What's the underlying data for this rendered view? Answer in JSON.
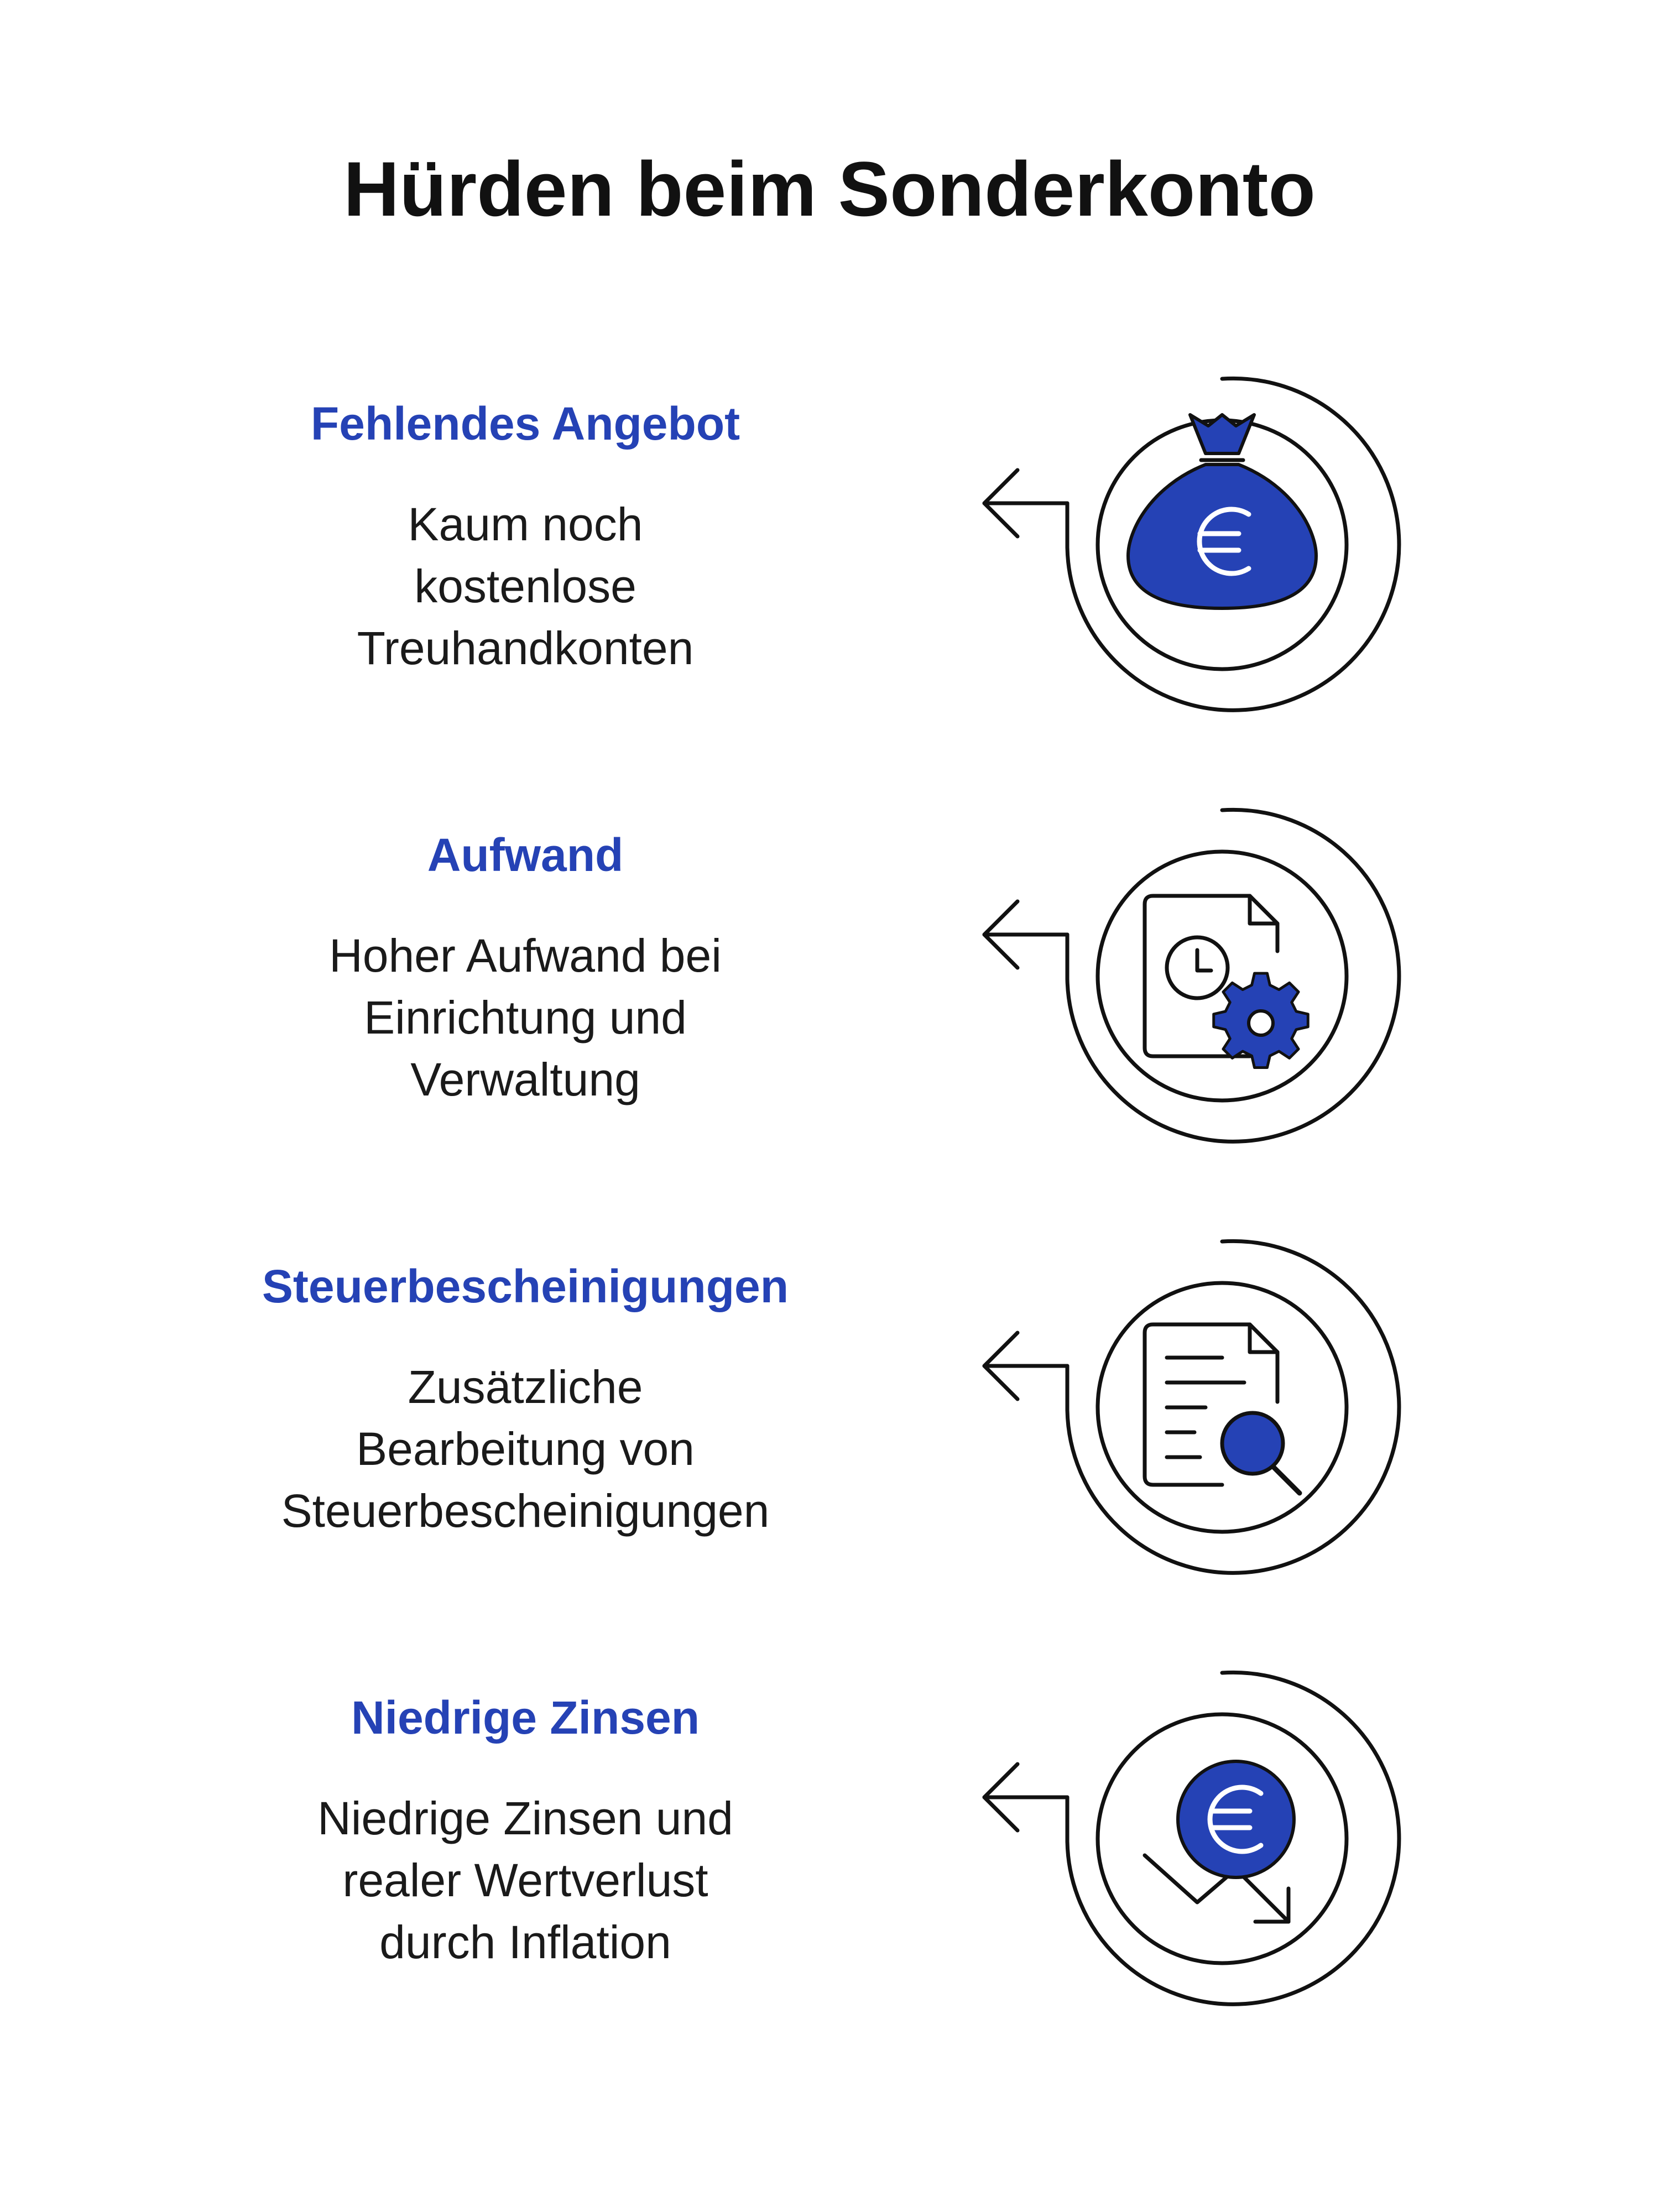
{
  "title": "Hürden beim Sonderkonto",
  "colors": {
    "accent": "#2542b5",
    "text": "#1a1a1a",
    "line": "#111111"
  },
  "items": [
    {
      "heading": "Fehlendes Angebot",
      "desc_lines": [
        "Kaum noch",
        "kostenlose",
        "Treuhandkonten"
      ],
      "icon": "money-bag-euro-icon"
    },
    {
      "heading": "Aufwand",
      "desc_lines": [
        "Hoher Aufwand bei",
        "Einrichtung und",
        "Verwaltung"
      ],
      "icon": "document-clock-gear-icon"
    },
    {
      "heading": "Steuerbescheinigungen",
      "desc_lines": [
        "Zusätzliche",
        "Bearbeitung von",
        "Steuerbescheinigungen"
      ],
      "icon": "document-search-icon"
    },
    {
      "heading": "Niedrige Zinsen",
      "desc_lines": [
        "Niedrige Zinsen und",
        "realer Wertverlust",
        "durch Inflation"
      ],
      "icon": "euro-coin-decline-icon"
    }
  ]
}
